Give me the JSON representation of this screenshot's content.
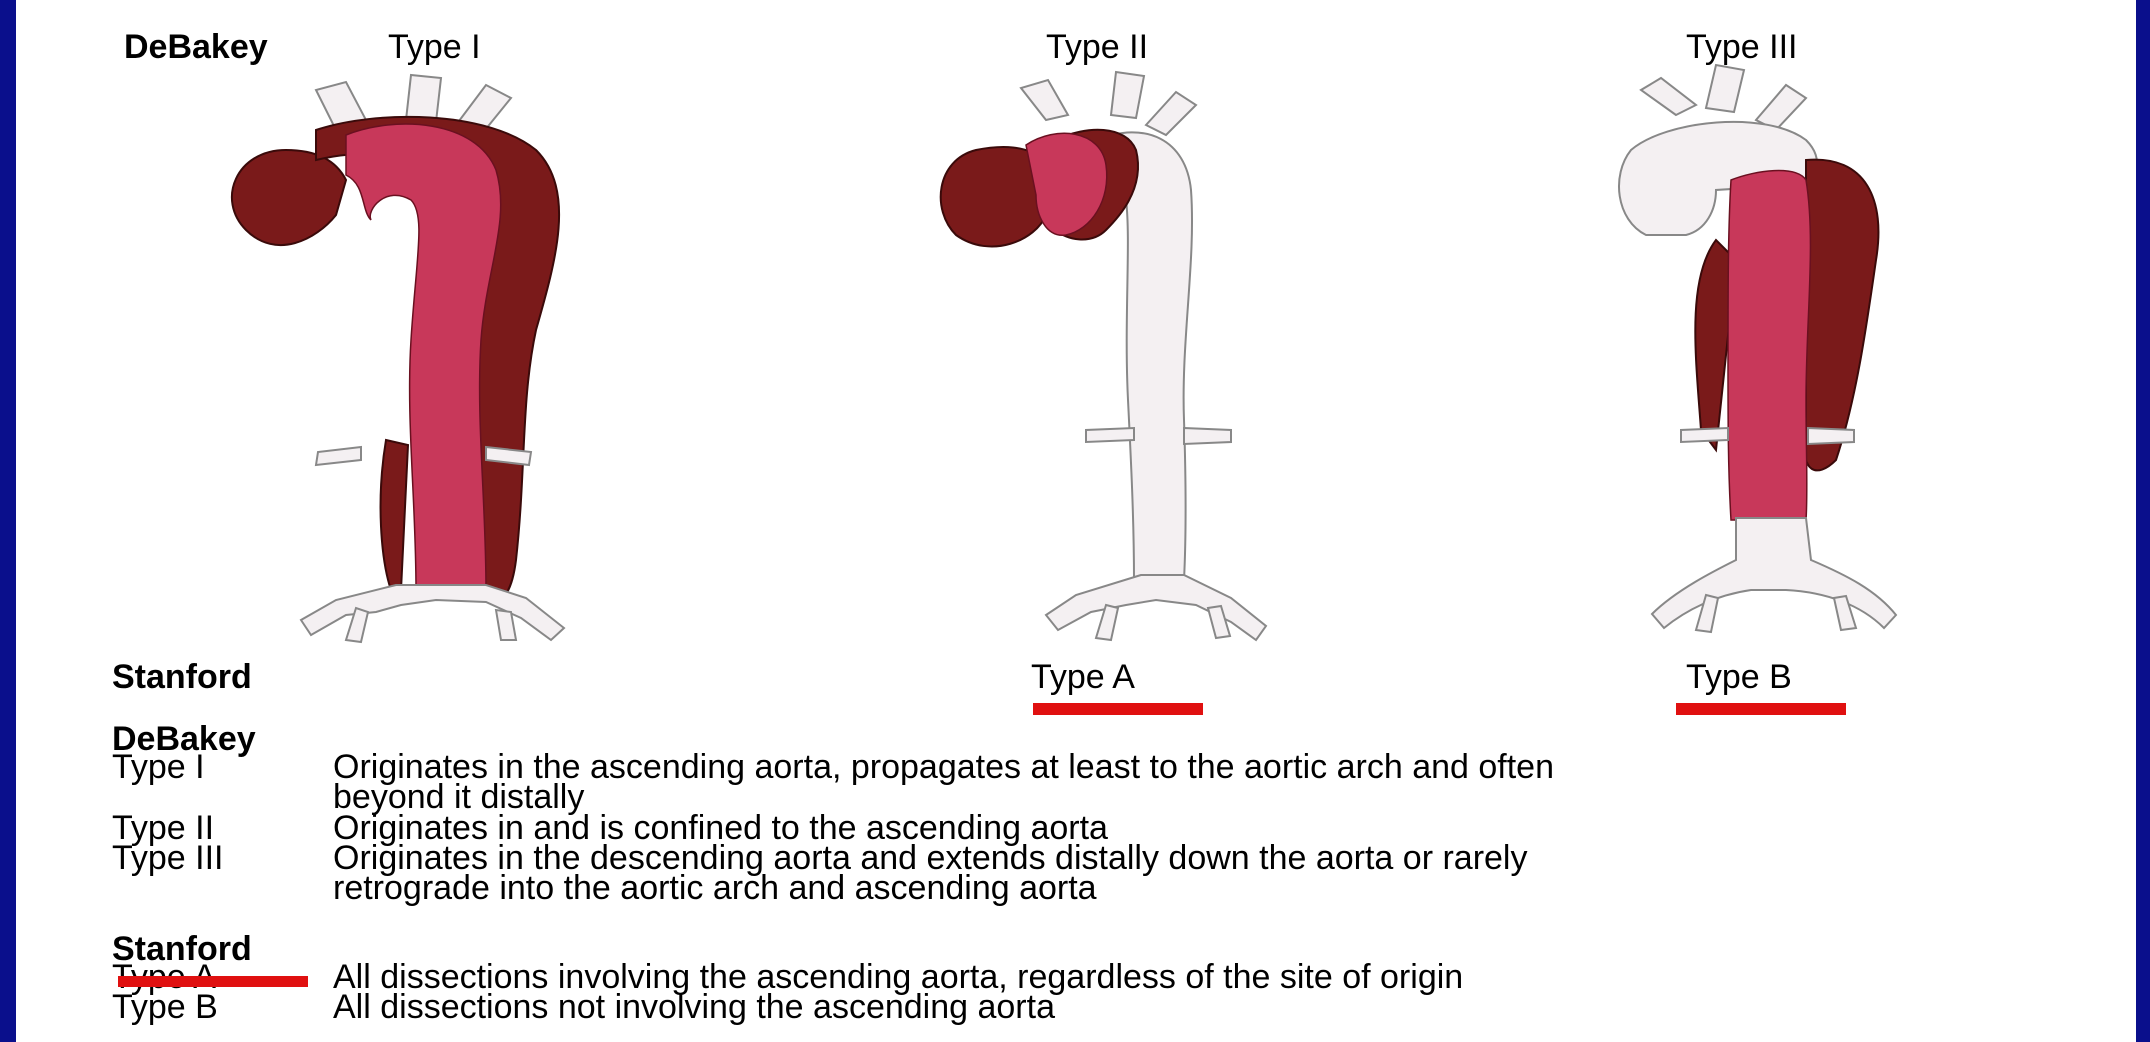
{
  "header": {
    "debakey": "DeBakey",
    "type1": "Type I",
    "type2": "Type II",
    "type3": "Type III"
  },
  "stanford_row": {
    "stanford": "Stanford",
    "typeA": "Type A",
    "typeB": "Type B"
  },
  "legend": {
    "debakey_title": "DeBakey",
    "debakey_items": [
      {
        "type": "Type I",
        "desc_line1": "Originates in the ascending aorta, propagates at least to the aortic arch and often",
        "desc_line2": "beyond it distally"
      },
      {
        "type": "Type II",
        "desc_line1": "Originates in and is confined to the ascending aorta",
        "desc_line2": ""
      },
      {
        "type": "Type III",
        "desc_line1": "Originates in the descending aorta and extends distally down the aorta or rarely",
        "desc_line2": "retrograde into the aortic arch and ascending aorta"
      }
    ],
    "stanford_title": "Stanford",
    "stanford_items": [
      {
        "type": "Type A",
        "desc": "All dissections involving the ascending aorta, regardless of the site of origin"
      },
      {
        "type": "Type B",
        "desc": "All dissections not involving the ascending aorta"
      }
    ]
  },
  "colors": {
    "background": "#0a0f8c",
    "dissection_dark": "#7a1a1a",
    "dissection_lumen": "#c8385a",
    "aorta_white": "#f4f0f2",
    "underline_red": "#e01010"
  }
}
